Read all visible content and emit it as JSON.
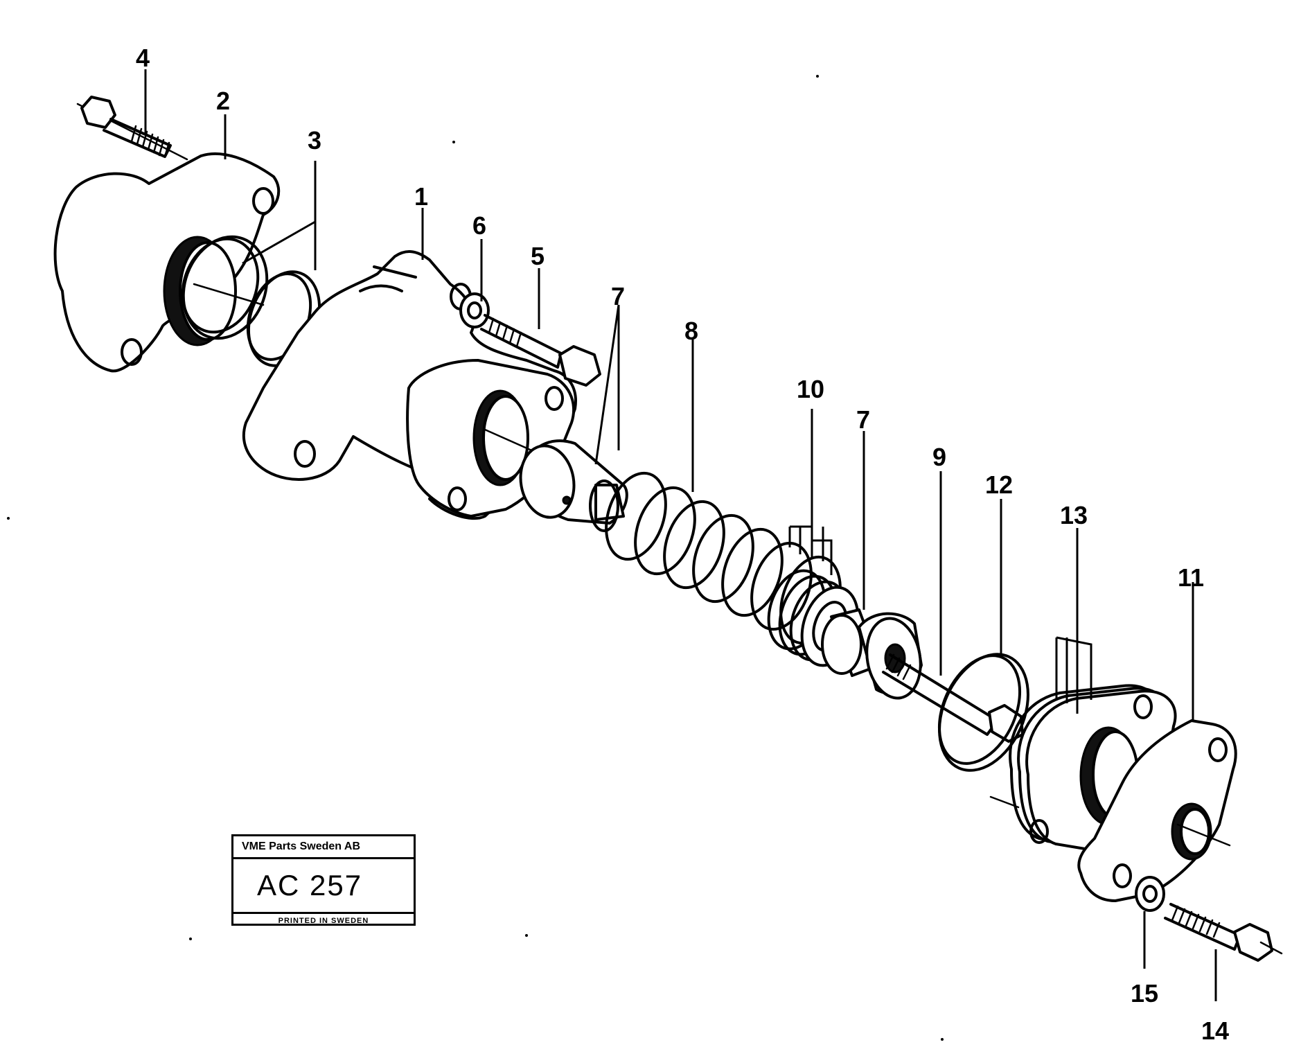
{
  "labels": {
    "l1": "1",
    "l2": "2",
    "l3": "3",
    "l4": "4",
    "l5": "5",
    "l6": "6",
    "l7a": "7",
    "l7b": "7",
    "l8": "8",
    "l9": "9",
    "l10": "10",
    "l11": "11",
    "l12": "12",
    "l13": "13",
    "l14": "14",
    "l15": "15"
  },
  "stamp": {
    "company": "VME Parts Sweden AB",
    "code": "AC 257",
    "printed": "PRINTED IN SWEDEN"
  }
}
